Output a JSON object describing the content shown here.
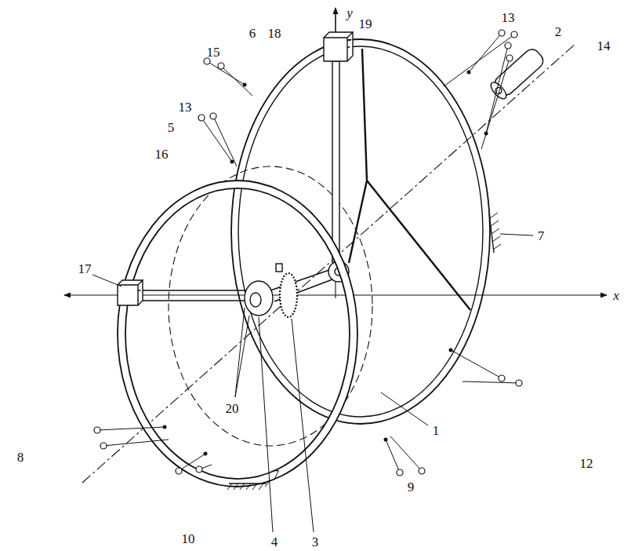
{
  "diagram": {
    "labels": [
      "y",
      "15",
      "6",
      "18",
      "19",
      "13",
      "2",
      "13",
      "5",
      "16",
      "14",
      "17",
      "7",
      "x",
      "8",
      "20",
      "12",
      "9",
      "1",
      "10",
      "7",
      "4",
      "3"
    ]
  }
}
